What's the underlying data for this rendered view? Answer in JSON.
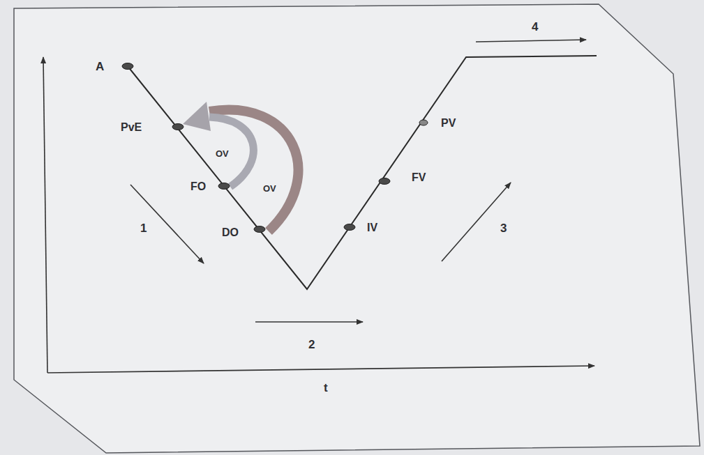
{
  "diagram": {
    "labels": [
      "A",
      "PvE",
      "FO",
      "DO",
      "IV",
      "FV",
      "PV",
      "OV",
      "OV",
      "1",
      "2",
      "3",
      "4",
      "t"
    ]
  }
}
